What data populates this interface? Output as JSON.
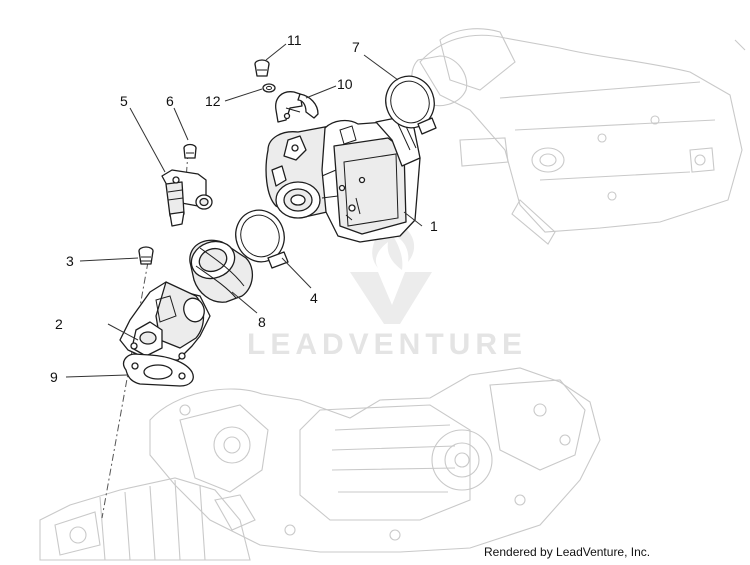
{
  "callouts": [
    {
      "id": "1",
      "label": "1"
    },
    {
      "id": "2",
      "label": "2"
    },
    {
      "id": "3",
      "label": "3"
    },
    {
      "id": "4",
      "label": "4"
    },
    {
      "id": "5",
      "label": "5"
    },
    {
      "id": "6",
      "label": "6"
    },
    {
      "id": "7",
      "label": "7"
    },
    {
      "id": "8",
      "label": "8"
    },
    {
      "id": "9",
      "label": "9"
    },
    {
      "id": "10",
      "label": "10"
    },
    {
      "id": "11",
      "label": "11"
    },
    {
      "id": "12",
      "label": "12"
    }
  ],
  "watermark": {
    "text": "LEADVENTURE"
  },
  "credit": "Rendered by LeadVenture, Inc."
}
